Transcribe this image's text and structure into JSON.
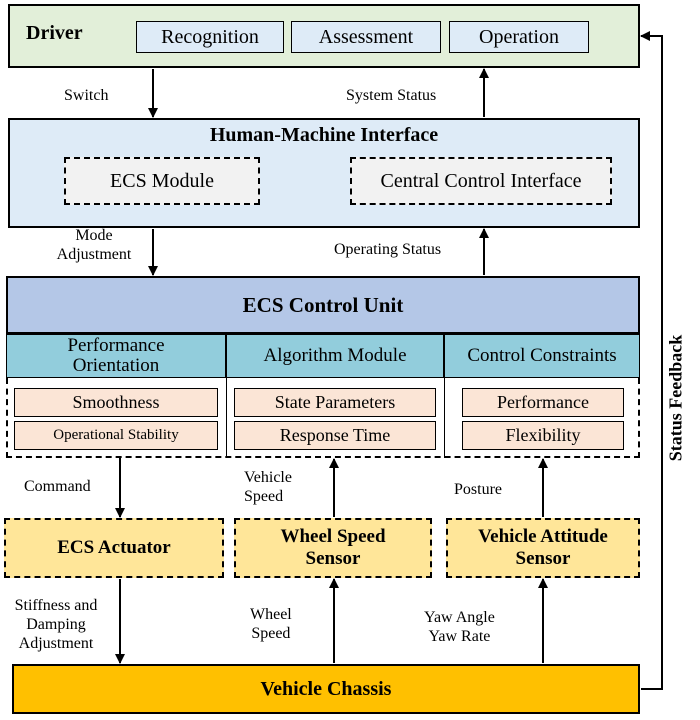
{
  "driver": {
    "title": "Driver",
    "items": [
      "Recognition",
      "Assessment",
      "Operation"
    ],
    "fill": "#e2efd9",
    "item_fill": "#deebf7"
  },
  "hmi": {
    "title": "Human-Machine Interface",
    "modules": [
      "ECS Module",
      "Central Control Interface"
    ],
    "fill": "#deebf7",
    "module_fill": "#f2f2f2"
  },
  "ecu": {
    "title": "ECS Control Unit",
    "fill": "#b4c7e7",
    "columns": [
      {
        "header": "Performance Orientation",
        "header_lines": [
          "Performance",
          "Orientation"
        ],
        "items": [
          "Smoothness",
          "Operational Stability"
        ]
      },
      {
        "header": "Algorithm Module",
        "header_lines": [
          "Algorithm Module"
        ],
        "items": [
          "State Parameters",
          "Response Time"
        ]
      },
      {
        "header": "Control Constraints",
        "header_lines": [
          "Control Constraints"
        ],
        "items": [
          "Performance",
          "Flexibility"
        ]
      }
    ],
    "header_fill": "#92cddc",
    "item_fill": "#fbe5d6"
  },
  "components": {
    "actuator": "ECS Actuator",
    "wheel_speed_sensor_lines": [
      "Wheel Speed",
      "Sensor"
    ],
    "attitude_sensor_lines": [
      "Vehicle Attitude",
      "Sensor"
    ],
    "fill": "#ffe699"
  },
  "chassis": {
    "title": "Vehicle Chassis",
    "fill": "#ffc000"
  },
  "flows": {
    "switch": "Switch",
    "system_status": "System Status",
    "mode_adjustment_lines": [
      "Mode",
      "Adjustment"
    ],
    "operating_status": "Operating Status",
    "command": "Command",
    "vehicle_speed_lines": [
      "Vehicle",
      "Speed"
    ],
    "posture": "Posture",
    "stiffness_lines": [
      "Stiffness and",
      "Damping",
      "Adjustment"
    ],
    "wheel_speed_lines": [
      "Wheel",
      "Speed"
    ],
    "yaw_lines": [
      "Yaw Angle",
      "Yaw Rate"
    ],
    "status_feedback": "Status Feedback"
  }
}
